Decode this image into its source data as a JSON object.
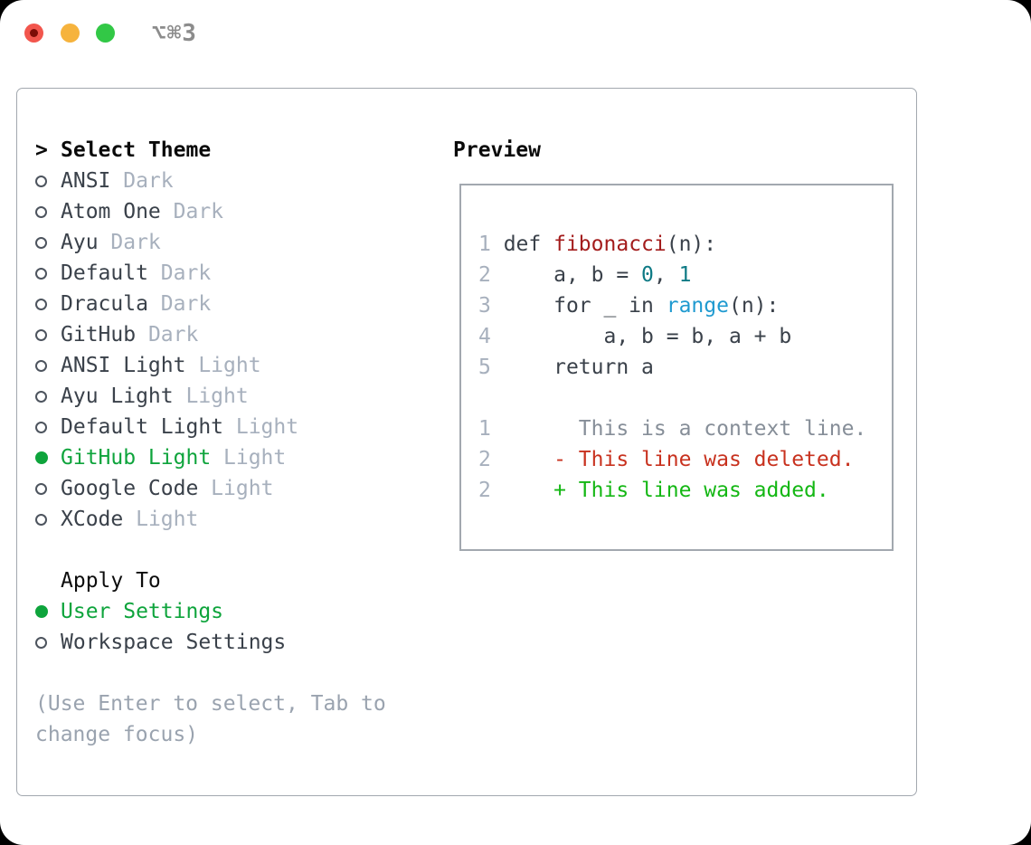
{
  "window": {
    "title": "⌥⌘3",
    "traffic_lights": [
      "close",
      "minimize",
      "zoom"
    ]
  },
  "palette": {
    "background": "#ffffff",
    "outside_corners": "#000000",
    "panel_border": "#a2a8af",
    "header_text": "#0a0a0a",
    "item_text": "#3a414a",
    "muted_tag_gray": "#a7b0bd",
    "selected_green": "#0ea43c",
    "diff_added_green": "#14b714",
    "diff_deleted_red": "#c8321f",
    "context_gray": "#868e98",
    "function_red": "#a31c1c",
    "number_teal": "#0e7a85",
    "builtin_blue": "#1f9ad0",
    "help_gray": "#9aa3af",
    "title_gray": "#8c8c8c",
    "traffic_red": "#f2564d",
    "traffic_yellow": "#f6b33d",
    "traffic_green": "#32c846"
  },
  "theme_picker": {
    "prompt": ">",
    "title": "Select Theme",
    "themes": [
      {
        "name": "ANSI",
        "tag": "Dark",
        "selected": false
      },
      {
        "name": "Atom One",
        "tag": "Dark",
        "selected": false
      },
      {
        "name": "Ayu",
        "tag": "Dark",
        "selected": false
      },
      {
        "name": "Default",
        "tag": "Dark",
        "selected": false
      },
      {
        "name": "Dracula",
        "tag": "Dark",
        "selected": false
      },
      {
        "name": "GitHub",
        "tag": "Dark",
        "selected": false
      },
      {
        "name": "ANSI Light",
        "tag": "Light",
        "selected": false
      },
      {
        "name": "Ayu Light",
        "tag": "Light",
        "selected": false
      },
      {
        "name": "Default Light",
        "tag": "Light",
        "selected": false
      },
      {
        "name": "GitHub Light",
        "tag": "Light",
        "selected": true
      },
      {
        "name": "Google Code",
        "tag": "Light",
        "selected": false
      },
      {
        "name": "XCode",
        "tag": "Light",
        "selected": false
      }
    ],
    "apply_to": {
      "title": "Apply To",
      "options": [
        {
          "name": "User Settings",
          "selected": true
        },
        {
          "name": "Workspace Settings",
          "selected": false
        }
      ]
    },
    "help_line1": "(Use Enter to select, Tab to",
    "help_line2": "change focus)"
  },
  "preview": {
    "title": "Preview",
    "lines": [
      {
        "segments": [
          {
            "text": "1",
            "style": "linenum"
          },
          {
            "text": " def ",
            "style": "code"
          },
          {
            "text": "fibonacci",
            "style": "func"
          },
          {
            "text": "(n):",
            "style": "code"
          }
        ]
      },
      {
        "segments": [
          {
            "text": "2",
            "style": "linenum"
          },
          {
            "text": "     a, b = ",
            "style": "code"
          },
          {
            "text": "0",
            "style": "numlit"
          },
          {
            "text": ", ",
            "style": "code"
          },
          {
            "text": "1",
            "style": "numlit"
          }
        ]
      },
      {
        "segments": [
          {
            "text": "3",
            "style": "linenum"
          },
          {
            "text": "     for _ in ",
            "style": "code"
          },
          {
            "text": "range",
            "style": "builtin"
          },
          {
            "text": "(n):",
            "style": "code"
          }
        ]
      },
      {
        "segments": [
          {
            "text": "4",
            "style": "linenum"
          },
          {
            "text": "         a, b = b, a + b",
            "style": "code"
          }
        ]
      },
      {
        "segments": [
          {
            "text": "5",
            "style": "linenum"
          },
          {
            "text": "     return a",
            "style": "code"
          }
        ]
      },
      {
        "segments": []
      },
      {
        "segments": [
          {
            "text": "1",
            "style": "linenum"
          },
          {
            "text": "       This is a context line.",
            "style": "context"
          }
        ]
      },
      {
        "segments": [
          {
            "text": "2",
            "style": "linenum"
          },
          {
            "text": "     - This line was deleted.",
            "style": "del"
          }
        ]
      },
      {
        "segments": [
          {
            "text": "2",
            "style": "linenum"
          },
          {
            "text": "     + This line was added.",
            "style": "add"
          }
        ]
      }
    ]
  }
}
